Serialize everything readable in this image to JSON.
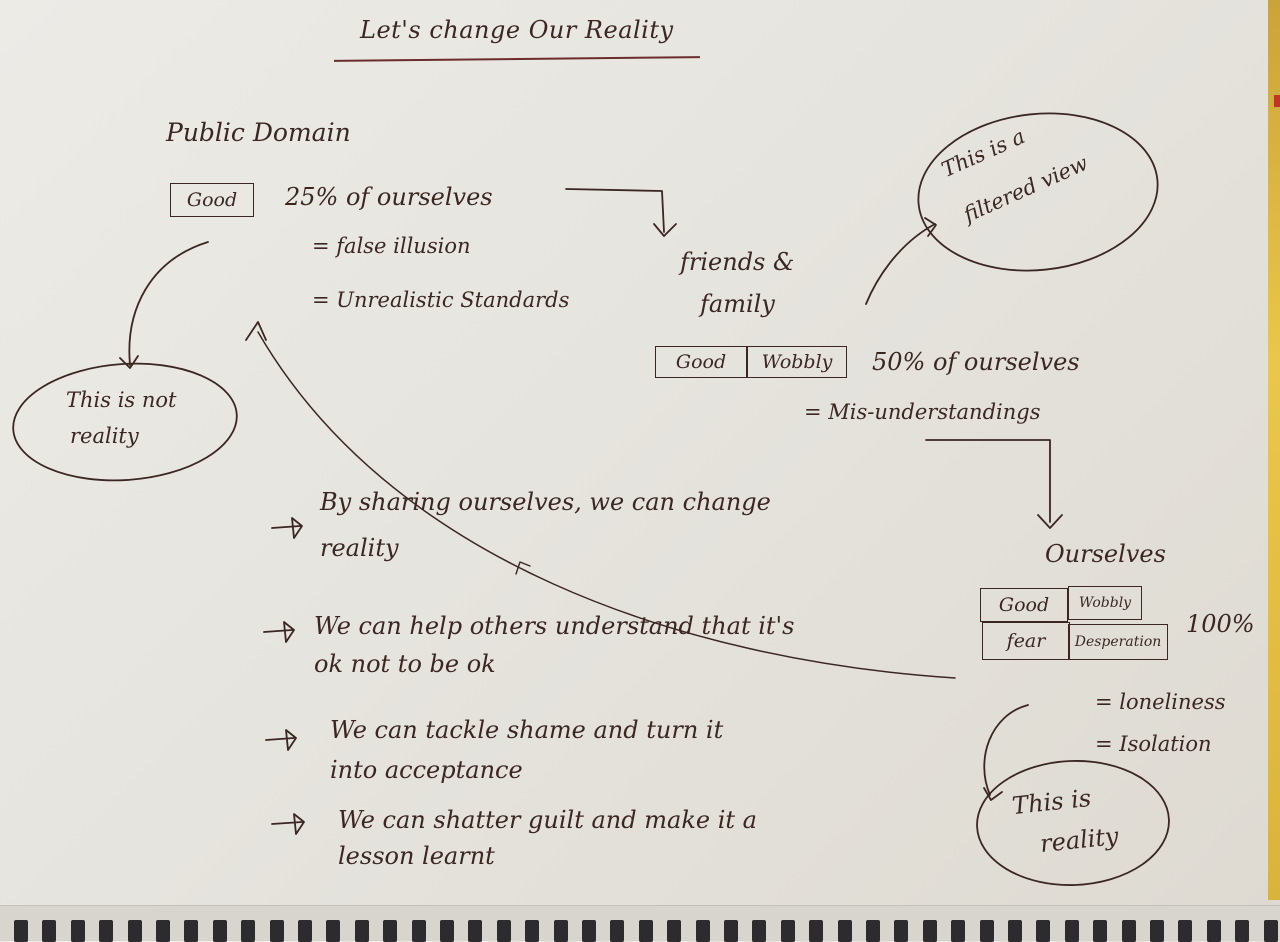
{
  "title": "Let's change Our Reality",
  "public_domain": {
    "heading": "Public Domain",
    "box": "Good",
    "percent_line": "25% of ourselves",
    "items": [
      "= false illusion",
      "= Unrealistic Standards"
    ]
  },
  "friends_family": {
    "heading_line1": "friends &",
    "heading_line2": "family",
    "boxes": [
      "Good",
      "Wobbly"
    ],
    "percent_line": "50% of ourselves",
    "items": [
      "= Mis-understandings"
    ]
  },
  "ourselves": {
    "heading": "Ourselves",
    "grid": [
      "Good",
      "Wobbly",
      "fear",
      "Desperation"
    ],
    "percent": "100%",
    "items": [
      "= loneliness",
      "= Isolation"
    ]
  },
  "bubbles": {
    "not_reality_line1": "This is not",
    "not_reality_line2": "reality",
    "filtered_line1": "This is a",
    "filtered_line2": "filtered view",
    "reality_line1": "This is",
    "reality_line2": "reality"
  },
  "bullets": [
    {
      "line1": "By sharing ourselves, we can change",
      "line2": "reality"
    },
    {
      "line1": "We can help others understand that it's",
      "line2": "ok not to be ok"
    },
    {
      "line1": "We can tackle shame and turn it",
      "line2": "into acceptance"
    },
    {
      "line1": "We can shatter guilt and make it a",
      "line2": "lesson learnt"
    }
  ],
  "colors": {
    "ink": "#3b2622",
    "accent": "#6a2c2c",
    "paper": "#e8e6e0"
  }
}
